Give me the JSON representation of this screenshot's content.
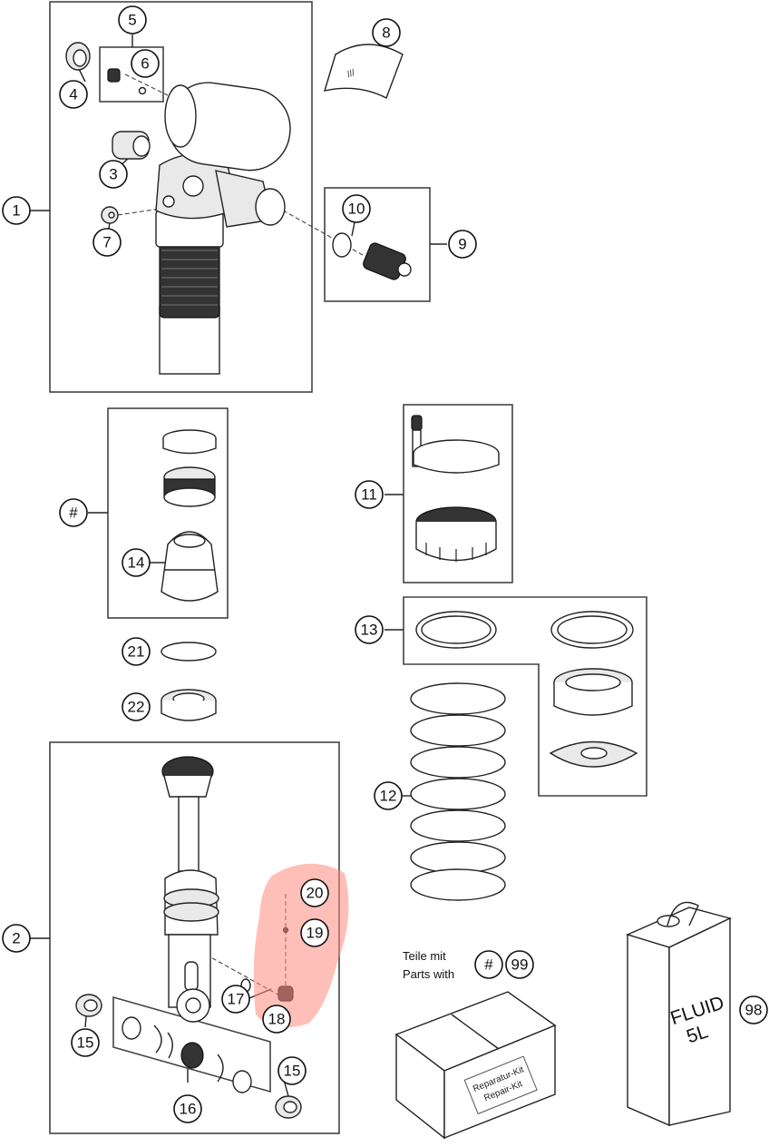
{
  "callouts": {
    "c1": "1",
    "c2": "2",
    "c3": "3",
    "c4": "4",
    "c5": "5",
    "c6": "6",
    "c7": "7",
    "c8": "8",
    "c9": "9",
    "c10": "10",
    "c11": "11",
    "c12": "12",
    "c13": "13",
    "c14": "14",
    "c15a": "15",
    "c15b": "15",
    "c16": "16",
    "c17": "17",
    "c18": "18",
    "c19": "19",
    "c20": "20",
    "c21": "21",
    "c22": "22",
    "chash": "#",
    "chash2": "#",
    "c99": "99",
    "c98": "98"
  },
  "kit_note": {
    "line1": "Teile mit",
    "line2": "Parts with"
  },
  "fluid_can": {
    "line1": "FLUID",
    "line2": "5L"
  },
  "repair_box": {
    "line1": "Reparatur-Kit",
    "line2": "Repair-Kit"
  },
  "highlight_color": "#ff8a80"
}
